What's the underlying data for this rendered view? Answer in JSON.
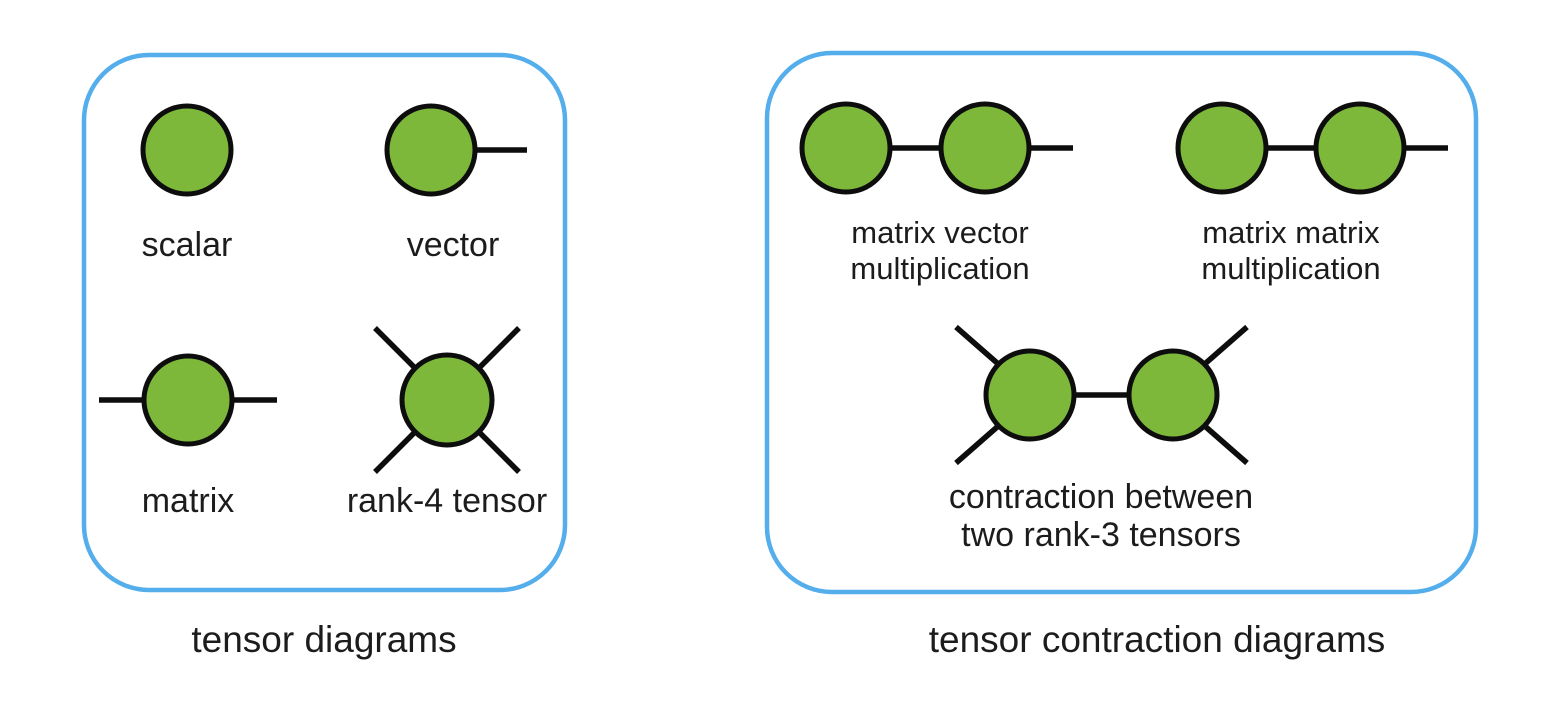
{
  "colors": {
    "background": "#ffffff",
    "node_green": "#7db83b",
    "node_stroke": "#0d0d0d",
    "wire": "#0d0d0d",
    "box_border": "#55aeec",
    "text": "#1c1c1c"
  },
  "left_panel": {
    "caption": "tensor diagrams",
    "items": [
      {
        "label": "scalar",
        "legs": 0
      },
      {
        "label": "vector",
        "legs": 1
      },
      {
        "label": "matrix",
        "legs": 2
      },
      {
        "label": "rank-4 tensor",
        "legs": 4
      }
    ]
  },
  "right_panel": {
    "caption": "tensor contraction diagrams",
    "items": [
      {
        "label_line1": "matrix vector",
        "label_line2": "multiplication"
      },
      {
        "label_line1": "matrix matrix",
        "label_line2": "multiplication"
      },
      {
        "label_line1": "contraction between",
        "label_line2": "two rank-3 tensors"
      }
    ]
  }
}
